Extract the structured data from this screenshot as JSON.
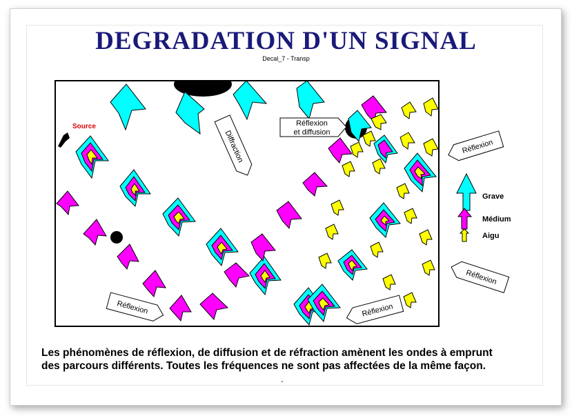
{
  "title": "DEGRADATION D'UN SIGNAL",
  "subtitle": "Decal_7 - Transp",
  "labels": {
    "source": "Source",
    "reflexion_diffusion_1": "Réflexion",
    "reflexion_diffusion_2": "et diffusion",
    "diffraction": "Diffraction",
    "reflexion": "Réflexion"
  },
  "legend": {
    "grave": "Grave",
    "medium": "Médium",
    "aigu": "Aigu"
  },
  "caption": {
    "line1": "Les phénomènes de réflexion, de diffusion et de réfraction amènent les ondes à emprunt",
    "line2": "des parcours différents. Toutes les fréquences ne sont pas affectées de la même façon."
  },
  "colors": {
    "title": "#1a1a7a",
    "grave": "#00ffff",
    "medium": "#ff00ff",
    "aigu": "#ffff00",
    "source_label": "#dd0000",
    "obstacle": "#000000"
  }
}
